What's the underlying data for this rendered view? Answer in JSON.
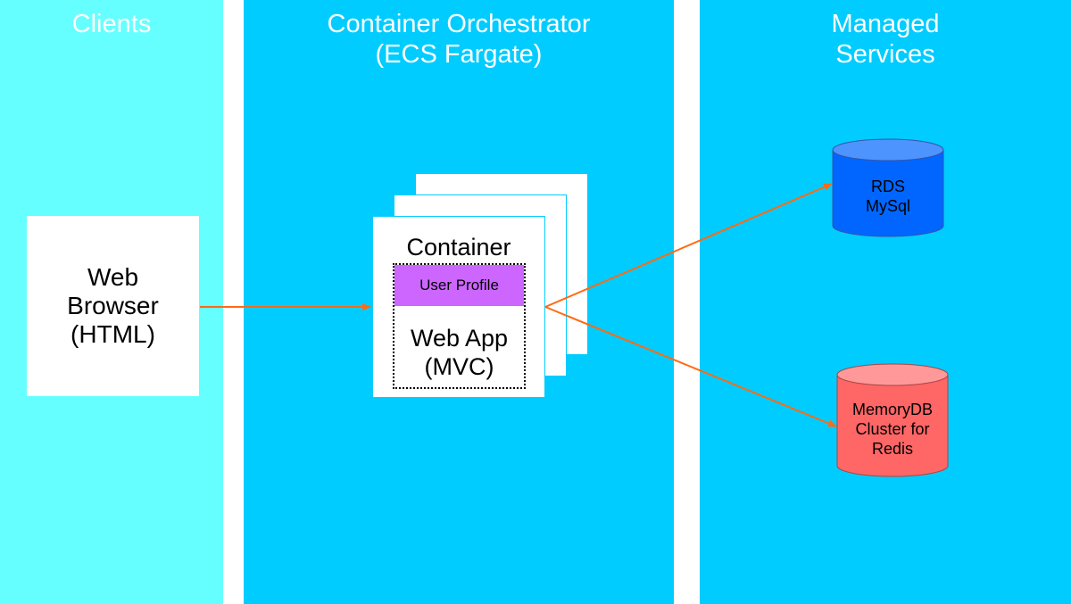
{
  "columns": {
    "clients": "Clients",
    "orchestrator": "Container Orchestrator\n(ECS Fargate)",
    "managed": "Managed\nServices"
  },
  "browser": {
    "label": "Web\nBrowser\n(HTML)"
  },
  "container": {
    "title": "Container",
    "user_profile": "User Profile",
    "web_app": "Web App\n(MVC)"
  },
  "services": {
    "rds": "RDS\nMySql",
    "memorydb": "MemoryDB\nCluster for\nRedis"
  },
  "colors": {
    "clients_bg": "#66ffff",
    "column_bg": "#00ccff",
    "arrow": "#ff6a13",
    "rds": "#0066ff",
    "memorydb": "#ff6666",
    "user_profile": "#cc66ff"
  }
}
